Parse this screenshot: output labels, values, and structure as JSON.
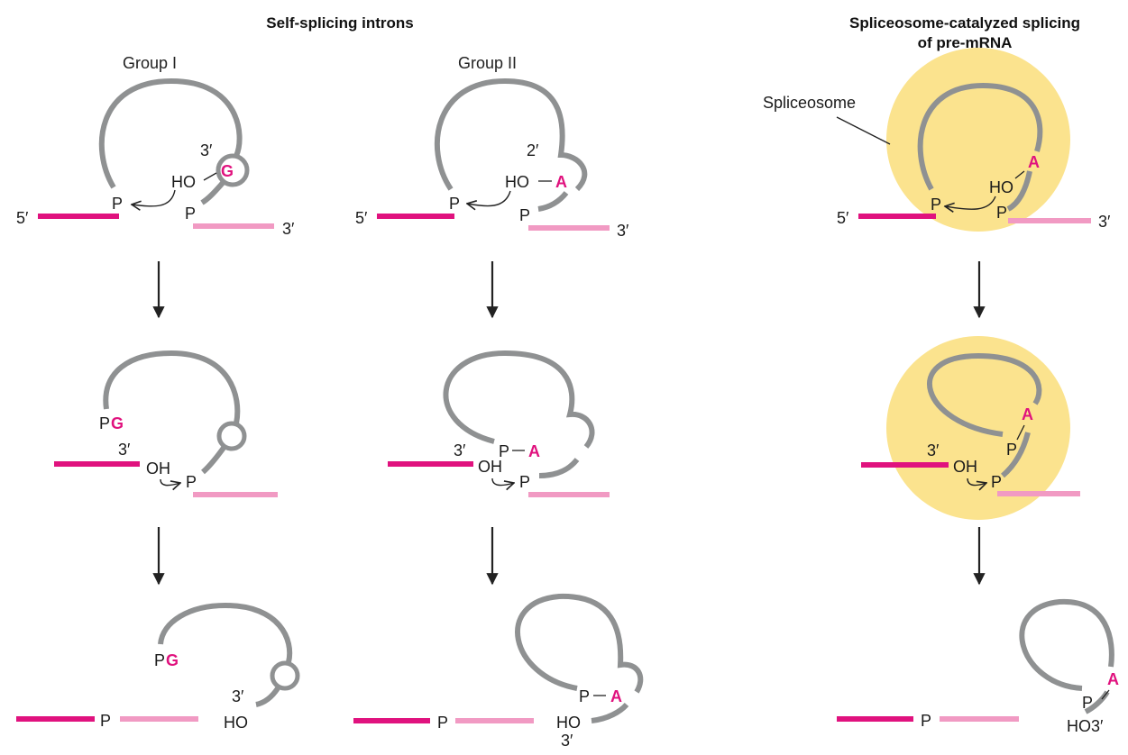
{
  "titles": {
    "self_splicing": "Self-splicing introns",
    "spliceosome_line1": "Spliceosome-catalyzed splicing",
    "spliceosome_line2": "of pre-mRNA"
  },
  "headings": {
    "group1": "Group I",
    "group2": "Group II",
    "spliceosome": "Spliceosome"
  },
  "labels": {
    "five_prime": "5′",
    "three_prime": "3′",
    "two_prime": "2′",
    "p": "P",
    "ho": "HO",
    "oh": "OH",
    "ho3": "HO3′",
    "g": "G",
    "a": "A"
  },
  "colors": {
    "exon_5": "#e0127e",
    "exon_3": "#f19ac3",
    "intron": "#8f9192",
    "spliceosome": "#fbe38e",
    "nucleotide": "#e0127e"
  }
}
